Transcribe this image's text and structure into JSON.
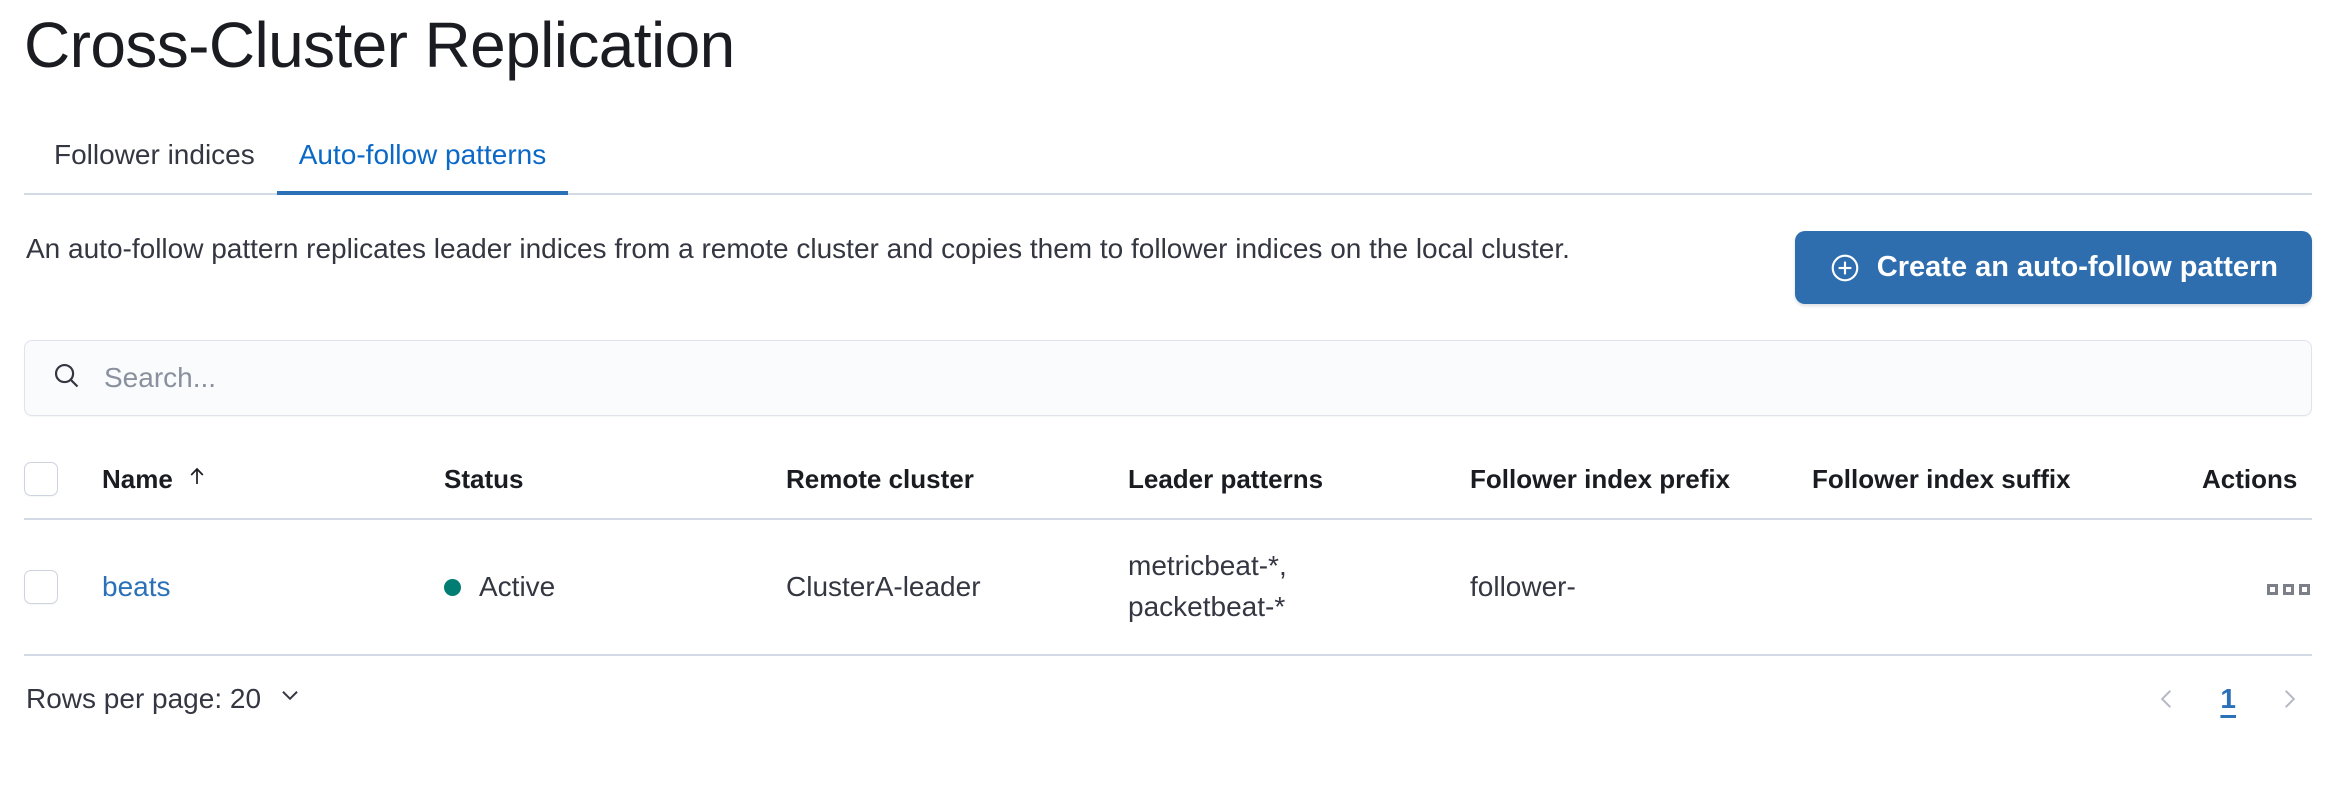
{
  "page": {
    "title": "Cross-Cluster Replication"
  },
  "tabs": [
    {
      "label": "Follower indices",
      "active": false,
      "name": "tab-follower-indices"
    },
    {
      "label": "Auto-follow patterns",
      "active": true,
      "name": "tab-auto-follow-patterns"
    }
  ],
  "intro": {
    "description": "An auto-follow pattern replicates leader indices from a remote cluster and copies them to follower indices on the local cluster.",
    "cta_label": "Create an auto-follow pattern",
    "cta_icon": "plus-in-circle-icon",
    "cta_color": "#2e6eae"
  },
  "search": {
    "placeholder": "Search...",
    "value": "",
    "icon": "search-icon"
  },
  "table": {
    "columns": [
      {
        "label": "Name",
        "sort": "asc",
        "icon": "sort-ascending-arrow-icon"
      },
      {
        "label": "Status"
      },
      {
        "label": "Remote cluster"
      },
      {
        "label": "Leader patterns"
      },
      {
        "label": "Follower index prefix"
      },
      {
        "label": "Follower index suffix"
      },
      {
        "label": "Actions"
      }
    ],
    "rows": [
      {
        "name": "beats",
        "status": "Active",
        "status_color": "#017d73",
        "remote_cluster": "ClusterA-leader",
        "leader_patterns": "metricbeat-*,\npacketbeat-*",
        "follower_index_prefix": "follower-",
        "follower_index_suffix": "",
        "actions_icon": "more-actions-icon"
      }
    ]
  },
  "footer": {
    "rows_per_page_label": "Rows per page: 20",
    "rows_per_page_icon": "chevron-down-icon",
    "prev_icon": "chevron-left-icon",
    "next_icon": "chevron-right-icon",
    "current_page": "1"
  }
}
